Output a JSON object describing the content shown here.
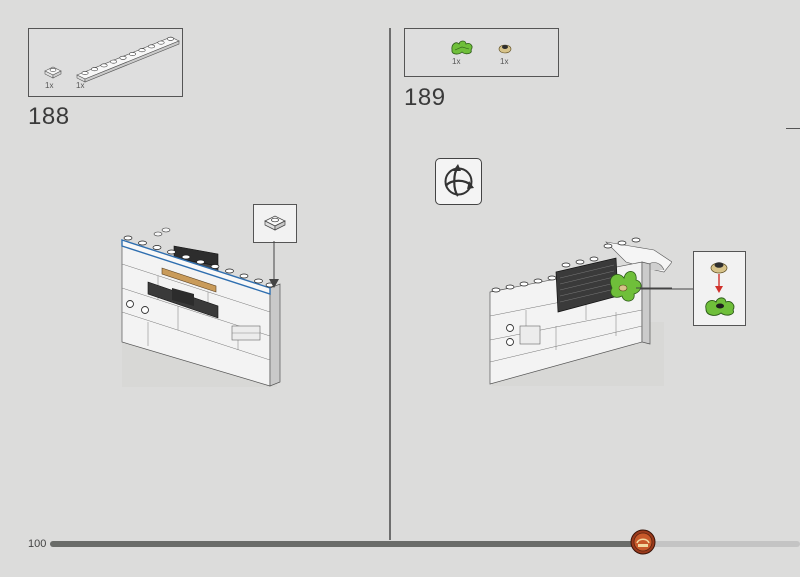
{
  "page": {
    "number": "100",
    "progress_fraction": 0.79
  },
  "step_188": {
    "number": "188",
    "parts": [
      {
        "icon": "plate-1x1-white",
        "qty": "1x"
      },
      {
        "icon": "plate-1x10-white",
        "qty": "1x"
      }
    ]
  },
  "step_189": {
    "number": "189",
    "parts": [
      {
        "icon": "green-leaf-plant",
        "qty": "1x"
      },
      {
        "icon": "round-plate-tan",
        "qty": "1x"
      }
    ]
  },
  "colors": {
    "background": "#dcdcdb",
    "highlight": "#2f6fb0",
    "arrow_red": "#d0302a",
    "leaf_green": "#6fbf3a",
    "progress": "#6a6c69",
    "emblem": "#9b3a1c"
  },
  "icons": [
    "rotate-model-icon",
    "anniversary-emblem-icon",
    "down-arrow-icon"
  ]
}
